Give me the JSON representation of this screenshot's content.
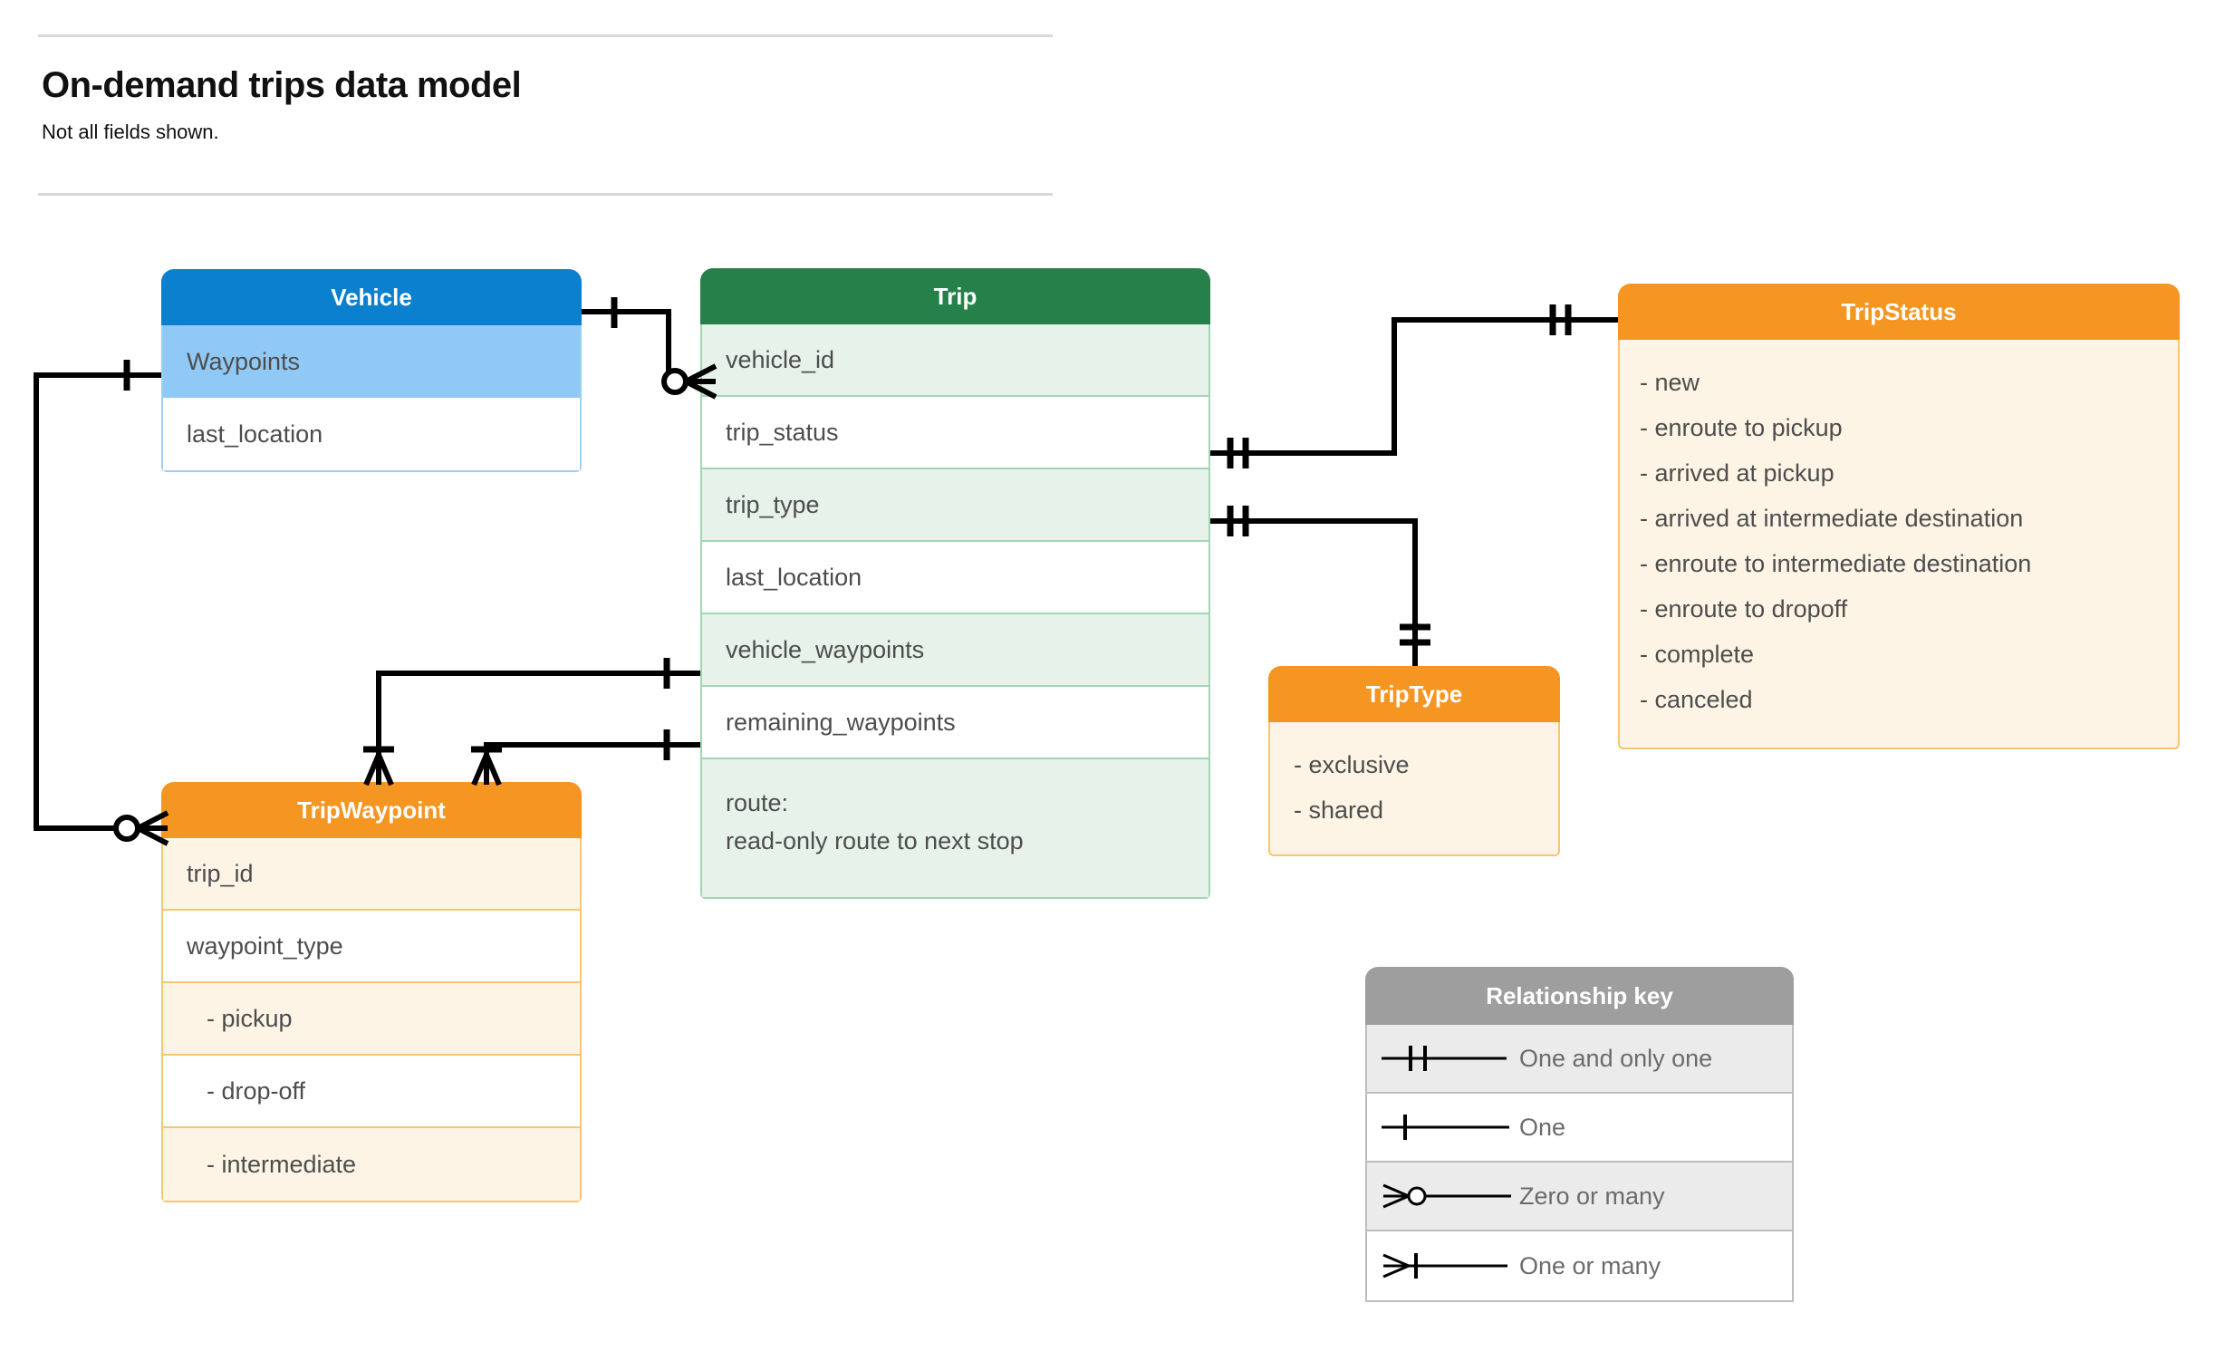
{
  "page": {
    "title": "On-demand trips data model",
    "subtitle": "Not all fields shown."
  },
  "entities": {
    "vehicle": {
      "title": "Vehicle",
      "header_color": "#0B80CE",
      "rows": [
        {
          "label": "Waypoints"
        },
        {
          "label": "last_location"
        }
      ]
    },
    "trip": {
      "title": "Trip",
      "header_color": "#26804A",
      "rows": [
        {
          "label": "vehicle_id"
        },
        {
          "label": "trip_status"
        },
        {
          "label": "trip_type"
        },
        {
          "label": "last_location"
        },
        {
          "label": "vehicle_waypoints"
        },
        {
          "label": "remaining_waypoints"
        }
      ],
      "note_line_1": "route:",
      "note_line_2": "read-only route to next stop"
    },
    "tripwaypoint": {
      "title": "TripWaypoint",
      "header_color": "#F59522",
      "rows": [
        {
          "label": "trip_id"
        },
        {
          "label": "waypoint_type"
        },
        {
          "label": "-  pickup"
        },
        {
          "label": "-  drop-off"
        },
        {
          "label": "-  intermediate"
        }
      ]
    },
    "triptype": {
      "title": "TripType",
      "header_color": "#F59522",
      "values": [
        "- exclusive",
        "- shared"
      ]
    },
    "tripstatus": {
      "title": "TripStatus",
      "header_color": "#F59522",
      "values": [
        "- new",
        "- enroute to pickup",
        "- arrived at pickup",
        "- arrived at intermediate destination",
        "- enroute to intermediate destination",
        "- enroute to dropoff",
        "- complete",
        "- canceled"
      ]
    }
  },
  "legend": {
    "title": "Relationship key",
    "rows": [
      {
        "label": "One and only one",
        "symbol": "one-and-only-one-symbol"
      },
      {
        "label": "One",
        "symbol": "one-symbol"
      },
      {
        "label": "Zero or many",
        "symbol": "zero-or-many-symbol"
      },
      {
        "label": "One or many",
        "symbol": "one-or-many-symbol"
      }
    ]
  },
  "relationships": [
    {
      "from": "Vehicle",
      "to": "Trip.vehicle_id",
      "from_card": "One",
      "to_card": "Zero or many"
    },
    {
      "from": "Vehicle.Waypoints",
      "to": "TripWaypoint",
      "from_card": "One",
      "to_card": "Zero or many"
    },
    {
      "from": "Trip.trip_status",
      "to": "TripStatus",
      "from_card": "One and only one",
      "to_card": "One and only one"
    },
    {
      "from": "Trip.trip_type",
      "to": "TripType",
      "from_card": "One and only one",
      "to_card": "One and only one"
    },
    {
      "from": "Trip.vehicle_waypoints",
      "to": "TripWaypoint",
      "from_card": "One",
      "to_card": "One or many"
    },
    {
      "from": "Trip.remaining_waypoints",
      "to": "TripWaypoint",
      "from_card": "One",
      "to_card": "One or many"
    }
  ],
  "colors": {
    "blue_header": "#0B80CE",
    "blue_row": "#90C9F5",
    "green_header": "#26804A",
    "green_row": "#E7F2EA",
    "orange_header": "#F59522",
    "orange_body": "#FDF4E5",
    "grey_header": "#9E9E9E",
    "grey_row": "#EBEBEB",
    "connector": "#000000"
  }
}
